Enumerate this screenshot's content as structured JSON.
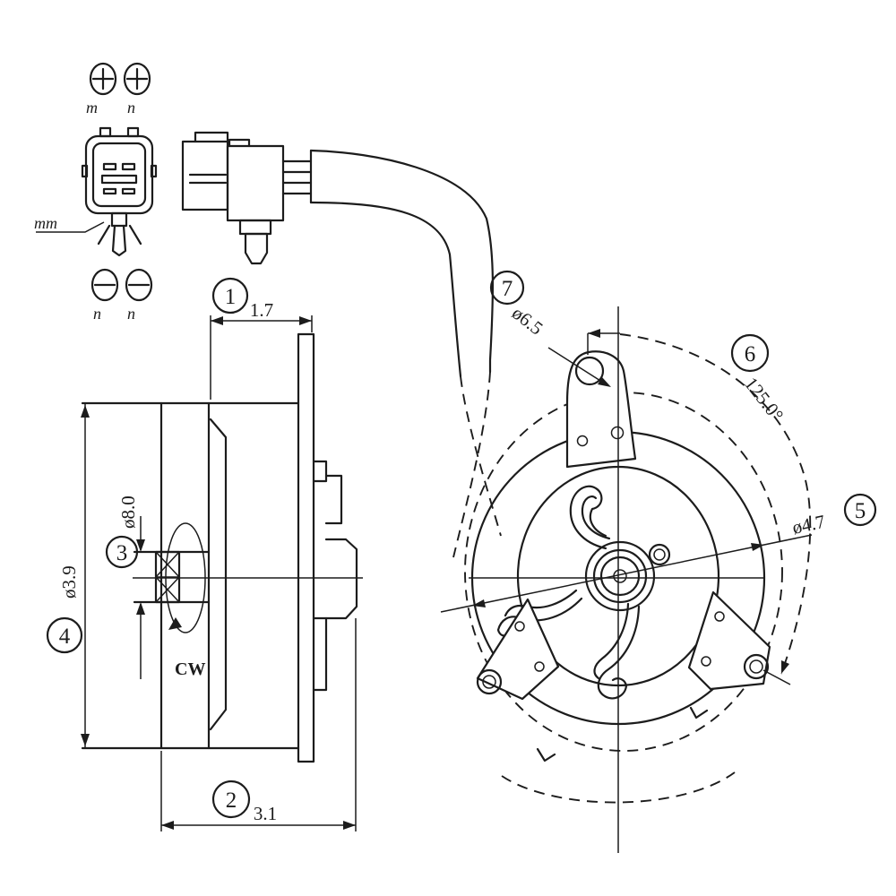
{
  "drawing": {
    "type": "technical-line-drawing",
    "subject": "radiator cooling fan motor two-view engineering diagram with wiring connector",
    "colors": {
      "background": "#ffffff",
      "line": "#1c1c1c"
    },
    "callouts": {
      "c1": {
        "num": "1",
        "value": "1.7"
      },
      "c2": {
        "num": "2",
        "value": "3.1"
      },
      "c3": {
        "num": "3",
        "value": "ø8.0"
      },
      "c4": {
        "num": "4",
        "value": "ø3.9"
      },
      "c5": {
        "num": "5",
        "value": "ø4.7"
      },
      "c6": {
        "num": "6",
        "value": "125.0°"
      },
      "c7": {
        "num": "7",
        "value": "ø6.5"
      }
    },
    "side_view": {
      "rotation_label": "CW"
    },
    "connector": {
      "positive_terminal_symbol": "+",
      "negative_terminal_symbol": "−",
      "positive_marks": [
        "m",
        "n"
      ],
      "negative_marks": [
        "n",
        "n"
      ],
      "leader_mark": "mm"
    }
  }
}
